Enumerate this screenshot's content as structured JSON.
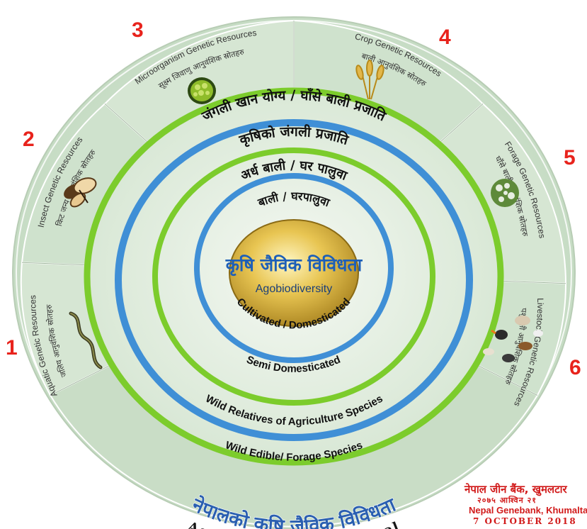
{
  "center": {
    "nepali": "कृषि जैविक विविधता",
    "english": "Agobiodiversity"
  },
  "rings": [
    {
      "nepali": "बाली / घरपालुवा",
      "english": "Cultivated / Domesticated"
    },
    {
      "nepali": "अर्ध बाली / घर पालुवा",
      "english": "Semi Domesticated"
    },
    {
      "nepali": "कृषिको जंगली प्रजाति",
      "english": "Wild Relatives of Agriculture Species"
    },
    {
      "nepali": "जंगली खान योग्य / घाँसे बाली प्रजाति",
      "english": "Wild Edible/ Forage Species"
    }
  ],
  "sectors": [
    {
      "number": "1",
      "english": "Aquatic Genetic Resources",
      "nepali": "जलिय आनुवंशिक स्रोतहरु",
      "icon": "eel-icon"
    },
    {
      "number": "2",
      "english": "Insect Genetic Resources",
      "nepali": "किट जन्य आनुवंशिक स्रोतहरु",
      "icon": "butterfly-icon"
    },
    {
      "number": "3",
      "english": "Microorganism Genetic Resources",
      "nepali": "सूक्ष्म जिवाणु आनुवंशिक स्रोतहरु",
      "icon": "microbe-icon"
    },
    {
      "number": "4",
      "english": "Crop Genetic Resources",
      "nepali": "बाली आनुवंशिक स्रोतहरु",
      "icon": "wheat-icon"
    },
    {
      "number": "5",
      "english": "Forage Genetic Resources",
      "nepali": "घाँसे बाली आनुवंशिक स्रोतहरु",
      "icon": "forage-icon"
    },
    {
      "number": "6",
      "english": "Livestock Genetic Resources",
      "nepali": "पशुपंक्षी आनुवंशिक स्रोतहरु",
      "icon": "livestock-icon"
    }
  ],
  "bottom_title": {
    "nepali": "नेपालको कृषि जैविक विविधता",
    "english": "Agrobiodiversity of Nepal"
  },
  "credit": {
    "nepali_org": "नेपाल जीन बैंक, खुमलटार",
    "nepali_date": "२०७५ आश्विन २१",
    "english_org": "Nepal Genebank, Khumaltar",
    "english_date": "7 October 2018"
  },
  "colors": {
    "ring_green": "#7ccc2c",
    "ring_blue": "#3f8fd6",
    "panel_fill": "#cfe2cd",
    "number_red": "#e8231c",
    "center_gold": "#d6b23a",
    "center_text_blue": "#1d5fb8"
  }
}
